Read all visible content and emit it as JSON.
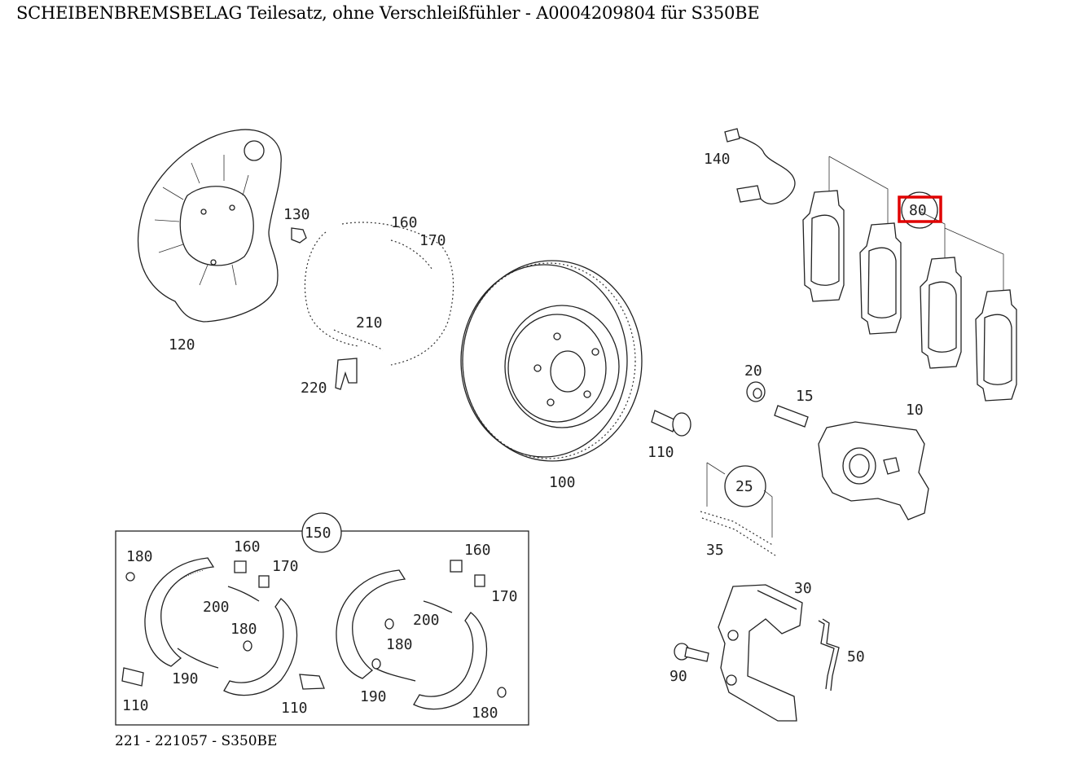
{
  "title": "SCHEIBENBREMSBELAG Teilesatz, ohne Verschleißfühler - A0004209804 für S350BE",
  "footer": "221 - 221057 - S350BE",
  "highlight_color": "#e00000",
  "labels": {
    "p10": "10",
    "p15": "15",
    "p20": "20",
    "p25": "25",
    "p30": "30",
    "p35": "35",
    "p50": "50",
    "p80": "80",
    "p90": "90",
    "p100": "100",
    "p110": "110",
    "p120": "120",
    "p130": "130",
    "p140": "140",
    "p150": "150",
    "p160": "160",
    "p170": "170",
    "p180": "180",
    "p190": "190",
    "p200": "200",
    "p210": "210",
    "p220": "220"
  }
}
